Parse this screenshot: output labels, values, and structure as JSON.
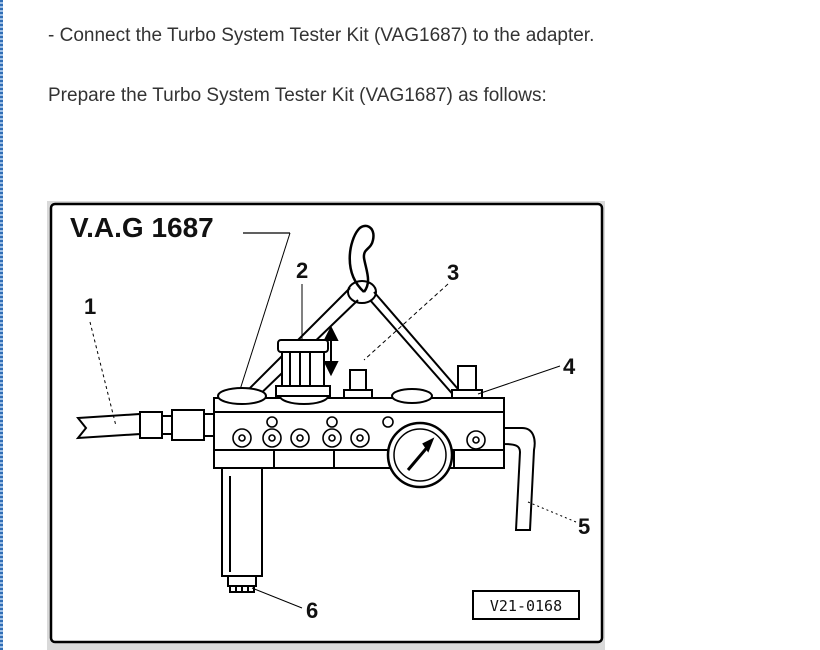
{
  "document": {
    "step_text": "-  Connect the Turbo System Tester Kit (VAG1687) to the adapter.",
    "intro_text": "Prepare the Turbo System Tester Kit (VAG1687) as follows:"
  },
  "figure": {
    "tool_label": "V.A.G 1687",
    "callouts": [
      "1",
      "2",
      "3",
      "4",
      "5",
      "6"
    ],
    "figure_code": "V21-0168"
  }
}
